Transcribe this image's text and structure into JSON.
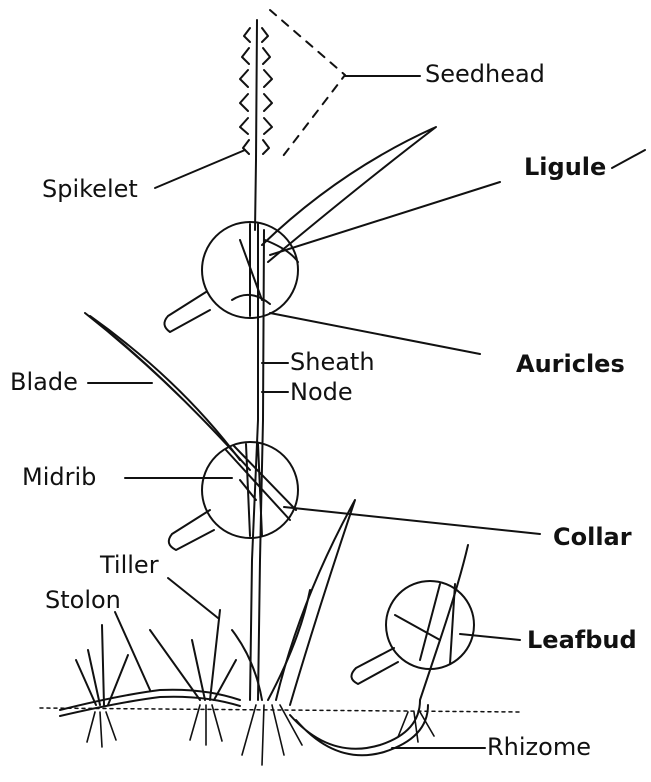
{
  "labels": {
    "seedhead": "Seedhead",
    "spikelet": "Spikelet",
    "ligule": "Ligule",
    "sheath": "Sheath",
    "node": "Node",
    "blade": "Blade",
    "auricles": "Auricles",
    "midrib": "Midrib",
    "collar": "Collar",
    "tiller": "Tiller",
    "stolon": "Stolon",
    "leafbud": "Leafbud",
    "rhizome": "Rhizome"
  },
  "colors": {
    "ink": "#111111",
    "background": "#ffffff"
  }
}
